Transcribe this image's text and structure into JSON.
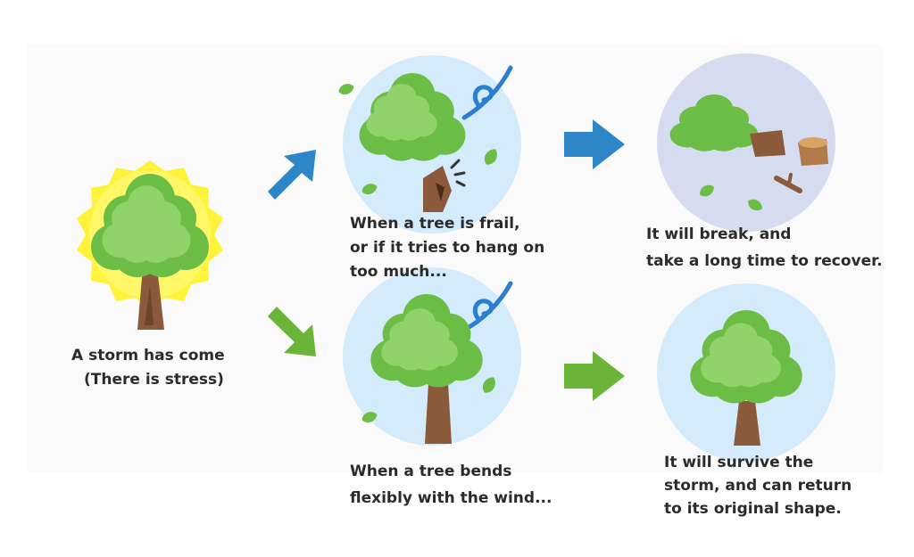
{
  "diagram": {
    "start": {
      "lines": [
        "A storm has come",
        "(There is stress)"
      ]
    },
    "top_path": {
      "condition_lines": [
        "When a tree is frail,",
        "or if it tries to hang on",
        "too much..."
      ],
      "outcome_lines": [
        "It will break, and",
        "take a long time to recover."
      ]
    },
    "bottom_path": {
      "condition_lines": [
        "When a tree bends",
        "flexibly with the wind..."
      ],
      "outcome_lines": [
        "It will survive the",
        "storm, and can return",
        "to its original shape."
      ]
    }
  },
  "colors": {
    "panel_background": "#fafafa",
    "burst": "#fff23a",
    "circle_light_blue": "#d4ebfb",
    "circle_lavender": "#d6dcef",
    "leaf_green": "#6cbd45",
    "leaf_light": "#8fd36a",
    "trunk_brown": "#8a5a3b",
    "arrow_blue": "#2e86c8",
    "arrow_green": "#6ab43a",
    "wind_blue": "#2b7fd1"
  }
}
